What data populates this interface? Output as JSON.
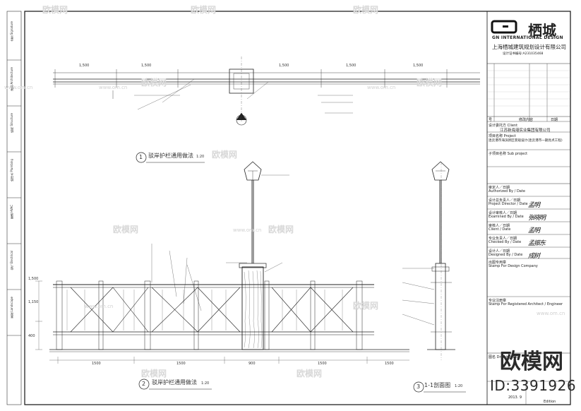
{
  "title_block": {
    "logo_letters": "GN",
    "logo_cn": "栖城",
    "logo_en": "GN INTERNATIONAL DESIGN",
    "company_name": "上海栖城建筑规划设计有限公司",
    "license_no": "设计证书编号:A231035468",
    "revision_headers": [
      "号",
      "修改内容",
      "日期"
    ],
    "client_label": "设计委托方 Client",
    "client_name": "江苏新海港实业集团有限公司",
    "project_label": "项目名称 Project",
    "project_name": "连云港市海滨新区景观设计(连云港市一期亮点工程)",
    "sub_project_label": "子项目名称 Sub project",
    "approvals": [
      {
        "cn": "审定人／日期",
        "en": "Authorized By / Date",
        "sig": ""
      },
      {
        "cn": "设计总负责人／日期",
        "en": "Project Director / Date",
        "sig": "孟明"
      },
      {
        "cn": "设计审核人／日期",
        "en": "Examined By / Date",
        "sig": "张晓明"
      },
      {
        "cn": "审核人／日期",
        "en": "Client / Date",
        "sig": "孟明"
      },
      {
        "cn": "专业负责人／日期",
        "en": "Checked By / Date",
        "sig": "孟振东"
      },
      {
        "cn": "设计人／日期",
        "en": "Designed By / Date",
        "sig": "成树"
      }
    ],
    "stamp_company_cn": "出图专用章",
    "stamp_company_en": "Stamp For Design Company",
    "stamp_engineer_cn": "专业注册章",
    "stamp_engineer_en": "Stamp For Registered Architect / Engineer",
    "drawing_title_label": "图名 Drawing Title",
    "date_value": "2013. 9",
    "edition_label": "Edition"
  },
  "drawings": [
    {
      "num": "1",
      "title": "驳岸护栏通用做法",
      "scale": "1:20"
    },
    {
      "num": "2",
      "title": "驳岸护栏通用做法",
      "scale": "1:20"
    },
    {
      "num": "3",
      "title": "1-1剖面图",
      "scale": "1:20"
    }
  ],
  "section_marker": "2",
  "plan_dims": [
    "1,500",
    "1,500",
    "1,500",
    "1,500",
    "1,500"
  ],
  "elev_dims": [
    "1500",
    "1500",
    "900",
    "1500",
    "1500"
  ],
  "left_dims": [
    "1,500",
    "1,150",
    "400"
  ],
  "watermark_brand": "欧模网",
  "watermark_url": "www.om.cn",
  "watermark_id": "ID:3391926"
}
